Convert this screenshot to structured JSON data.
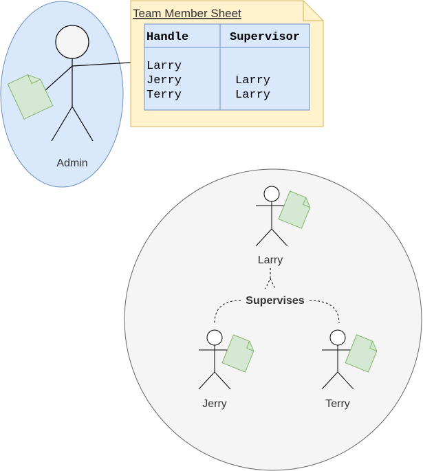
{
  "note": {
    "title": "Team Member Sheet",
    "table": {
      "headers": [
        "Handle",
        "Supervisor"
      ],
      "rows": [
        [
          "Larry",
          ""
        ],
        [
          "Jerry",
          "Larry"
        ],
        [
          "Terry",
          "Larry"
        ]
      ]
    }
  },
  "actors": {
    "admin": "Admin",
    "larry": "Larry",
    "jerry": "Jerry",
    "terry": "Terry"
  },
  "relation": {
    "label": "Supervises"
  },
  "colors": {
    "admin_fill": "#dae8fc",
    "admin_stroke": "#6c8ebf",
    "note_fill": "#fff2cc",
    "note_stroke": "#d6b656",
    "table_fill": "#dae8fc",
    "doc_fill": "#d5e8d4",
    "doc_stroke": "#82b366",
    "team_fill": "#f5f5f5",
    "team_stroke": "#666666"
  }
}
